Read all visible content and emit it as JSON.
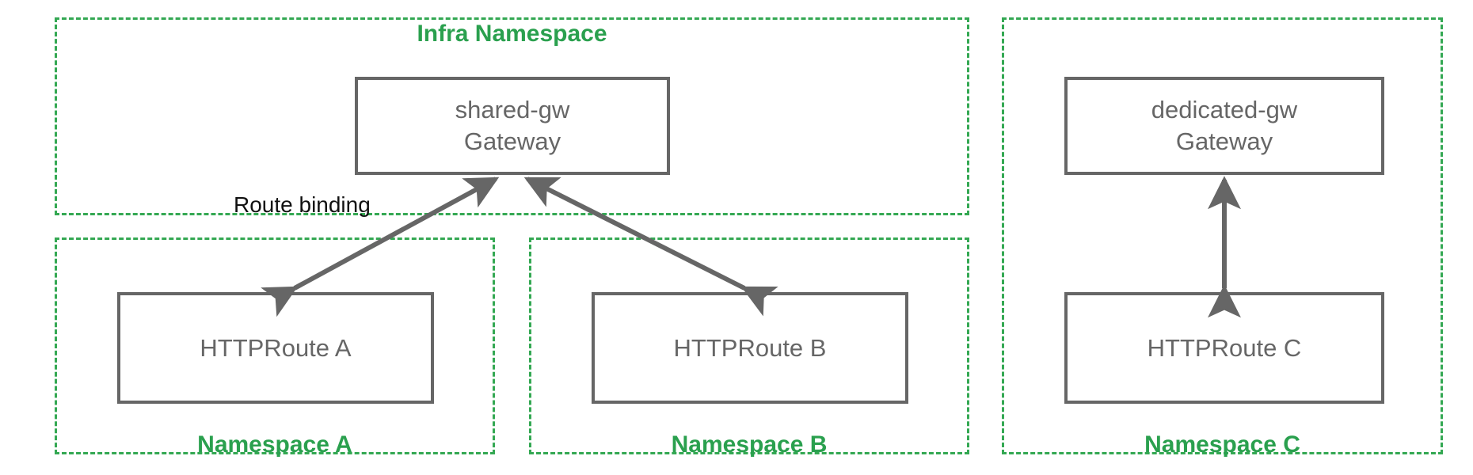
{
  "diagram": {
    "title_hidden": "",
    "colors": {
      "namespace_border": "#34a853",
      "namespace_label": "#2aa04e",
      "resource_border": "#666666",
      "resource_text": "#666666",
      "arrow": "#666666",
      "edge_label_text": "#111111",
      "background": "#ffffff"
    },
    "namespaces": [
      {
        "id": "infra",
        "label": "Infra Namespace",
        "label_position": "top-center"
      },
      {
        "id": "ns-a",
        "label": "Namespace A",
        "label_position": "bottom-center"
      },
      {
        "id": "ns-b",
        "label": "Namespace B",
        "label_position": "bottom-center"
      },
      {
        "id": "ns-c",
        "label": "Namespace C",
        "label_position": "bottom-center"
      }
    ],
    "resources": [
      {
        "id": "shared-gw",
        "name": "shared-gw",
        "kind": "Gateway",
        "namespace": "infra"
      },
      {
        "id": "dedicated-gw",
        "name": "dedicated-gw",
        "kind": "Gateway",
        "namespace": "ns-c-top"
      },
      {
        "id": "httproute-a",
        "name": "HTTPRoute A",
        "kind": "",
        "namespace": "ns-a"
      },
      {
        "id": "httproute-b",
        "name": "HTTPRoute B",
        "kind": "",
        "namespace": "ns-b"
      },
      {
        "id": "httproute-c",
        "name": "HTTPRoute C",
        "kind": "",
        "namespace": "ns-c"
      }
    ],
    "edges": [
      {
        "id": "edge-a",
        "from": "httproute-a",
        "to": "shared-gw",
        "label": "Route binding",
        "direction": "both"
      },
      {
        "id": "edge-b",
        "from": "httproute-b",
        "to": "shared-gw",
        "label": "",
        "direction": "both"
      },
      {
        "id": "edge-c",
        "from": "httproute-c",
        "to": "dedicated-gw",
        "label": "",
        "direction": "both"
      }
    ],
    "edge_labels": {
      "route_binding": "Route binding"
    }
  }
}
